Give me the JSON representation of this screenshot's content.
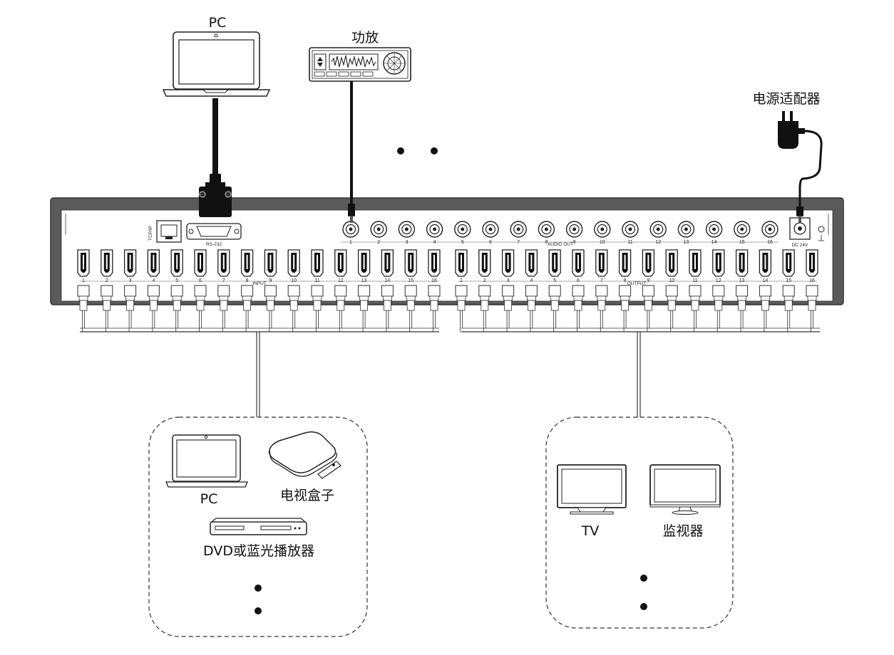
{
  "labels": {
    "pc_top": "PC",
    "amplifier": "功放",
    "power_adapter": "电源适配器",
    "pc_src": "PC",
    "tv_box": "电视盒子",
    "dvd": "DVD或蓝光播放器",
    "tv": "TV",
    "monitor": "监视器"
  },
  "panel": {
    "tcpip": "TCP/IP",
    "rs232": "RS-232",
    "audio_out": "AUDIO OUT",
    "dc": "DC 24V",
    "input": "INPUT",
    "output": "OUTPUT",
    "audio_numbers": [
      "1",
      "2",
      "3",
      "4",
      "5",
      "6",
      "7",
      "8",
      "9",
      "10",
      "11",
      "12",
      "13",
      "14",
      "15",
      "16"
    ],
    "input_numbers": [
      "1",
      "2",
      "3",
      "4",
      "5",
      "6",
      "7",
      "8",
      "9",
      "10",
      "11",
      "12",
      "13",
      "14",
      "15",
      "16"
    ],
    "output_numbers": [
      "1",
      "2",
      "3",
      "4",
      "5",
      "6",
      "7",
      "8",
      "9",
      "10",
      "11",
      "12",
      "13",
      "14",
      "15",
      "16"
    ]
  },
  "colors": {
    "chassis": "#5a5a5a",
    "panel": "#ffffff",
    "line": "#222222"
  }
}
